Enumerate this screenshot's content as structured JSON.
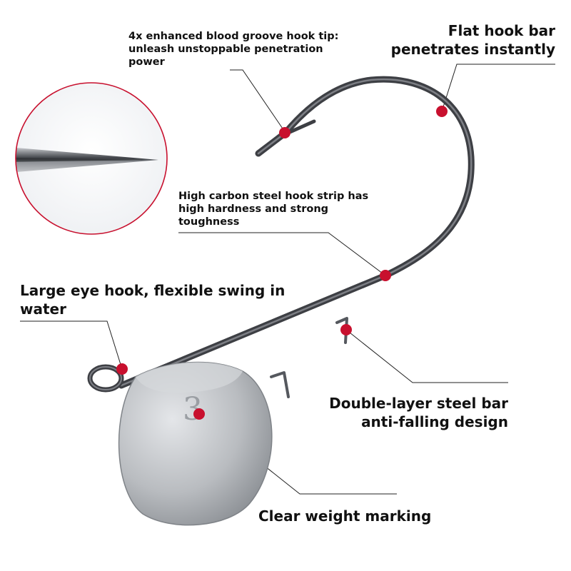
{
  "callouts": {
    "blood_groove_tip": {
      "lines": [
        "4x enhanced blood groove hook tip:",
        "unleash unstoppable penetration",
        "power"
      ]
    },
    "flat_hook_bar": {
      "lines": [
        "Flat hook bar",
        "penetrates instantly"
      ]
    },
    "high_carbon_steel": {
      "lines": [
        "High carbon steel hook strip has",
        "high hardness and strong",
        "toughness"
      ]
    },
    "large_eye_hook": {
      "lines": [
        "Large eye hook, flexible swing in",
        "water"
      ]
    },
    "double_layer_bar": {
      "lines": [
        "Double-layer steel bar",
        "anti-falling design"
      ]
    },
    "weight_marking": {
      "lines": [
        "Clear weight marking"
      ]
    },
    "weight_engraving": "3"
  },
  "colors": {
    "marker": "#c8102e",
    "leader_line": "#222222",
    "hook_steel": "#4a4a4f",
    "lead_head": "#b9bcc0",
    "text": "#111111"
  }
}
